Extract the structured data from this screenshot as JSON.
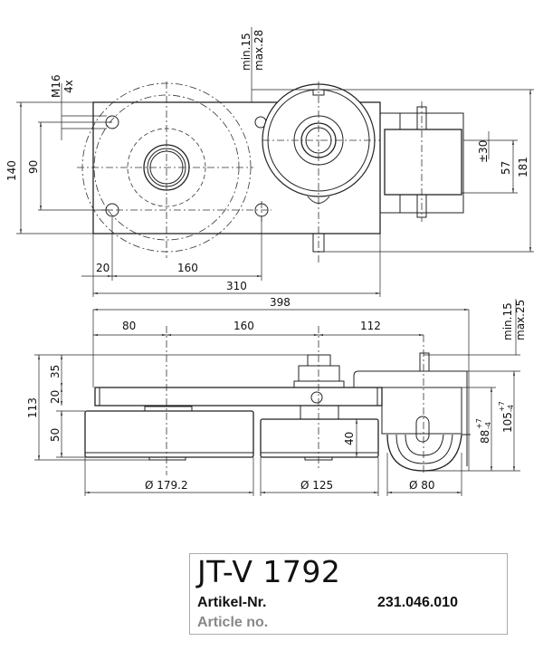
{
  "top_view": {
    "dims": {
      "d140": "140",
      "d90": "90",
      "m16": "M16",
      "x4": "4x",
      "min15": "min.15",
      "max28": "max.28",
      "pm30": "±30",
      "d57": "57",
      "d181": "181",
      "d20": "20",
      "d160": "160",
      "d310": "310",
      "d398": "398"
    }
  },
  "front_view": {
    "dims": {
      "d80": "80",
      "d160": "160",
      "d112": "112",
      "min15": "min.15",
      "max25": "max.25",
      "d113": "113",
      "d35": "35",
      "d20": "20",
      "d50": "50",
      "d40": "40",
      "d88": "88",
      "d88tol_up": "+7",
      "d88tol_dn": "-4",
      "d105": "105",
      "d105tol_up": "+7",
      "d105tol_dn": "-4",
      "dia179": "Ø 179.2",
      "dia125": "Ø 125",
      "dia80": "Ø 80"
    }
  },
  "title_block": {
    "model": "JT-V  1792",
    "article_label_de": "Artikel-Nr.",
    "article_label_en": "Article no.",
    "article_number": "231.046.010"
  }
}
